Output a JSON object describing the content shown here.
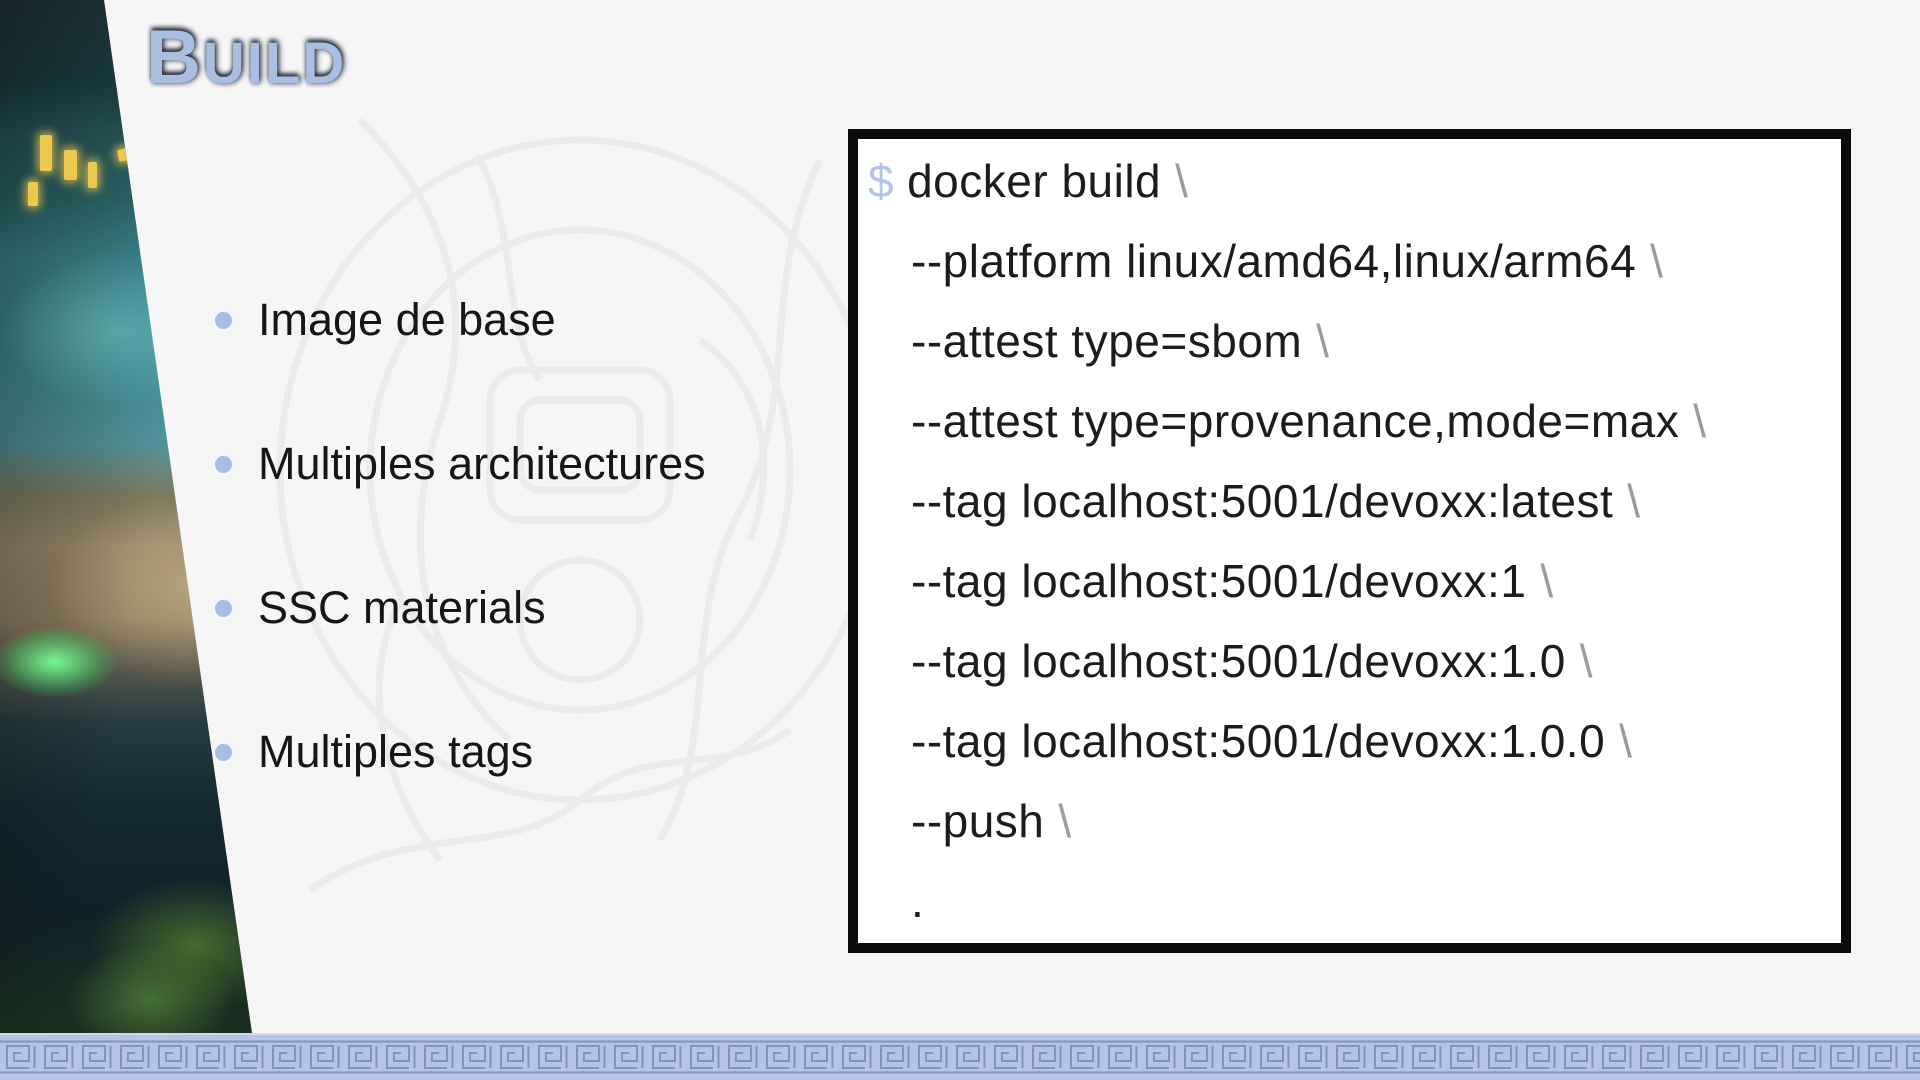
{
  "title": {
    "text": "BUILD",
    "initial": "B",
    "rest": "UILD"
  },
  "bullets": [
    "Image de base",
    "Multiples architectures",
    "SSC materials",
    "Multiples tags"
  ],
  "code": {
    "prompt": "$",
    "lines": [
      {
        "text": "docker build",
        "cont": "\\"
      },
      {
        "text": "--platform linux/amd64,linux/arm64",
        "cont": "\\"
      },
      {
        "text": "--attest type=sbom",
        "cont": "\\"
      },
      {
        "text": "--attest type=provenance,mode=max",
        "cont": "\\"
      },
      {
        "text": "--tag localhost:5001/devoxx:latest",
        "cont": "\\"
      },
      {
        "text": "--tag localhost:5001/devoxx:1",
        "cont": "\\"
      },
      {
        "text": "--tag localhost:5001/devoxx:1.0",
        "cont": "\\"
      },
      {
        "text": "--tag localhost:5001/devoxx:1.0.0",
        "cont": "\\"
      },
      {
        "text": "--push",
        "cont": "\\"
      },
      {
        "text": ".",
        "cont": ""
      }
    ]
  },
  "colors": {
    "title_blue": "#a9bfe1",
    "bullet_blue": "#a3bfe3",
    "prompt_blue": "#b3c5e5",
    "backslash_gray": "#9b9b9b",
    "band_blue": "#b5c5e6",
    "band_pattern_blue": "#7e94c2",
    "code_border_black": "#0b0b0b",
    "background": "#f6f6f7"
  }
}
